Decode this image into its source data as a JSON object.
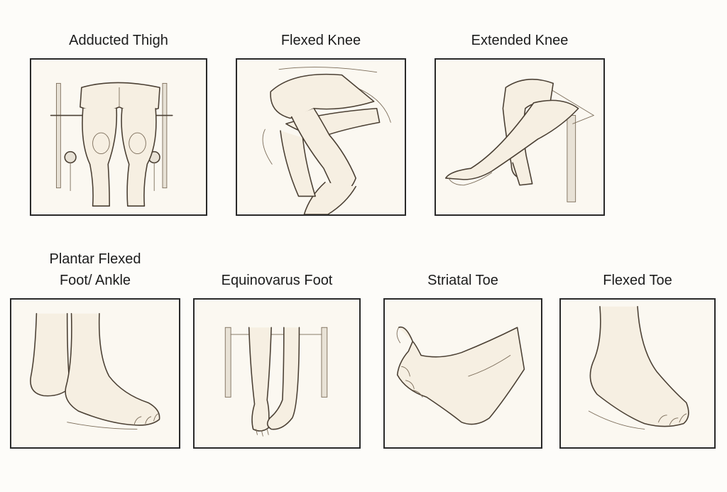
{
  "panels": [
    {
      "id": "adducted-thigh",
      "title_lines": [
        "Adducted Thigh"
      ]
    },
    {
      "id": "flexed-knee",
      "title_lines": [
        "Flexed Knee"
      ]
    },
    {
      "id": "extended-knee",
      "title_lines": [
        "Extended Knee"
      ]
    },
    {
      "id": "plantar-flexed",
      "title_lines": [
        "Plantar Flexed",
        "Foot/ Ankle"
      ]
    },
    {
      "id": "equinovarus-foot",
      "title_lines": [
        "Equinovarus Foot"
      ]
    },
    {
      "id": "striatal-toe",
      "title_lines": [
        "Striatal Toe"
      ]
    },
    {
      "id": "flexed-toe",
      "title_lines": [
        "Flexed Toe"
      ]
    }
  ],
  "colors": {
    "line": "#4b4034",
    "frame": "#2a2a2a",
    "paper": "#fbf8f1",
    "background": "#fdfcf9"
  }
}
